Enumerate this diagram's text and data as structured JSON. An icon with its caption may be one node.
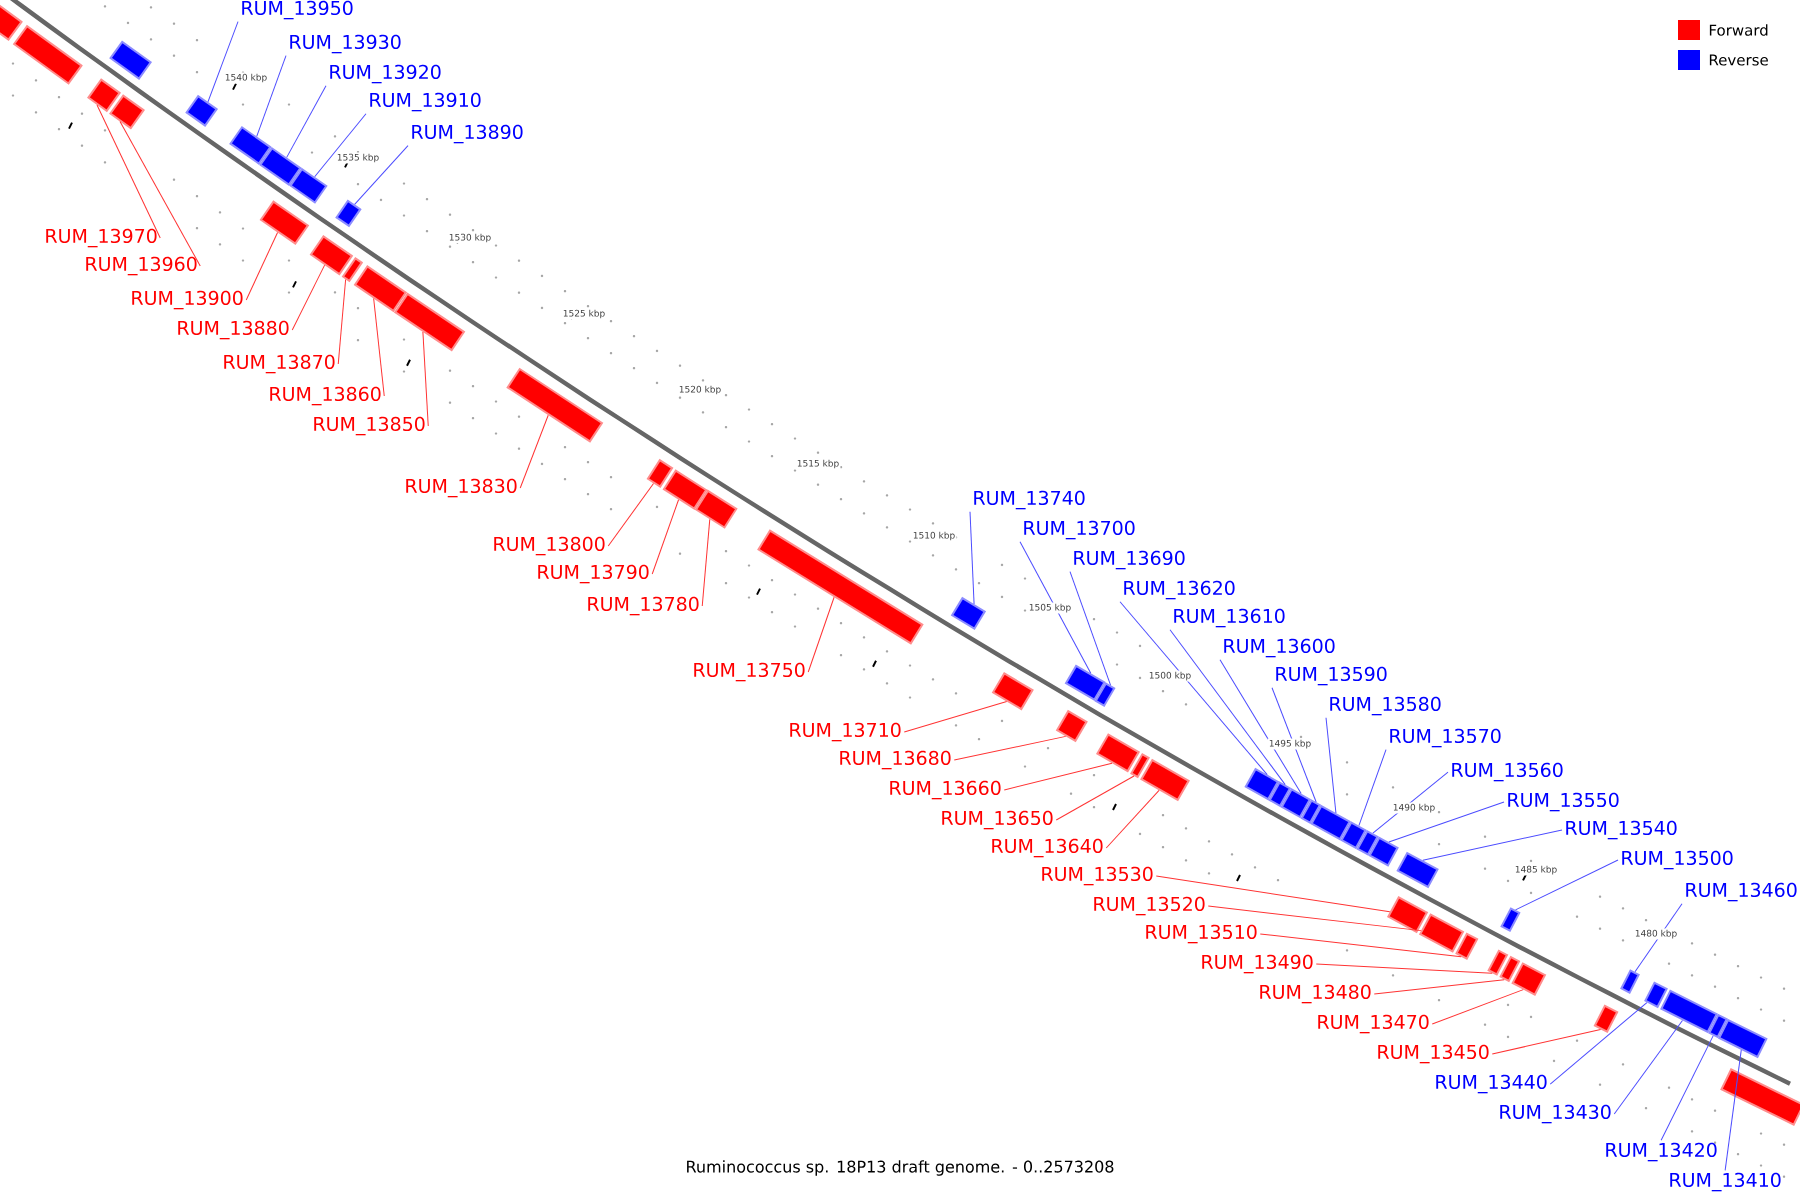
{
  "diagram": {
    "caption": "Ruminococcus sp. 18P13 draft genome. - 0..2573208",
    "nodes": [
      {
        "text": [
          "RUM_13950"
        ]
      },
      {
        "text": [
          "RUM_13930"
        ]
      },
      {
        "text": [
          "RUM_13920"
        ]
      },
      {
        "text": [
          "RUM_13910"
        ]
      },
      {
        "text": [
          "RUM_13890"
        ]
      },
      {
        "text": [
          "RUM_13970"
        ]
      },
      {
        "text": [
          "RUM_13960"
        ]
      },
      {
        "text": [
          "RUM_13900"
        ]
      },
      {
        "text": [
          "RUM_13880"
        ]
      },
      {
        "text": [
          "RUM_13870"
        ]
      },
      {
        "text": [
          "RUM_13860"
        ]
      },
      {
        "text": [
          "RUM_13850"
        ]
      },
      {
        "text": [
          "RUM_13830"
        ]
      },
      {
        "text": [
          "RUM_13740"
        ]
      },
      {
        "text": [
          "RUM_13700"
        ]
      },
      {
        "text": [
          "RUM_13800"
        ]
      },
      {
        "text": [
          "RUM_13690"
        ]
      },
      {
        "text": [
          "RUM_13790"
        ]
      },
      {
        "text": [
          "RUM_13620"
        ]
      },
      {
        "text": [
          "RUM_13780"
        ]
      },
      {
        "text": [
          "RUM_13610"
        ]
      },
      {
        "text": [
          "RUM_13600"
        ]
      },
      {
        "text": [
          "RUM_13750"
        ]
      },
      {
        "text": [
          "RUM_13590"
        ]
      },
      {
        "text": [
          "RUM_13580"
        ]
      },
      {
        "text": [
          "RUM_13710"
        ]
      },
      {
        "text": [
          "RUM_13570"
        ]
      },
      {
        "text": [
          "RUM_13680"
        ]
      },
      {
        "text": [
          "RUM_13560"
        ]
      },
      {
        "text": [
          "RUM_13660"
        ]
      },
      {
        "text": [
          "RUM_13550"
        ]
      },
      {
        "text": [
          "RUM_13650"
        ]
      },
      {
        "text": [
          "RUM_13540"
        ]
      },
      {
        "text": [
          "RUM_13640"
        ]
      },
      {
        "text": [
          "RUM_13500"
        ]
      },
      {
        "text": [
          "RUM_13530"
        ]
      },
      {
        "text": [
          "RUM_13460"
        ]
      },
      {
        "text": [
          "RUM_13520"
        ]
      },
      {
        "text": [
          "RUM_13510"
        ]
      },
      {
        "text": [
          "RUM_13490"
        ]
      },
      {
        "text": [
          "RUM_13480"
        ]
      },
      {
        "text": [
          "RUM_13470"
        ]
      },
      {
        "text": [
          "RUM_13450"
        ]
      },
      {
        "text": [
          "RUM_13440"
        ]
      },
      {
        "text": [
          "RUM_13430"
        ]
      },
      {
        "text": [
          "RUM_13420"
        ]
      },
      {
        "text": [
          "RUM_13410"
        ]
      },
      {
        "text": [],
        "shape": "box"
      },
      {
        "text": [],
        "shape": "box"
      },
      {
        "text": [],
        "shape": "box"
      },
      {
        "text": [],
        "shape": "box"
      },
      {
        "text": [],
        "shape": "box"
      },
      {
        "text": [],
        "shape": "box"
      },
      {
        "text": [],
        "shape": "box"
      },
      {
        "text": [],
        "shape": "box"
      },
      {
        "text": [],
        "shape": "box"
      },
      {
        "text": [],
        "shape": "box"
      },
      {
        "text": [],
        "shape": "box"
      },
      {
        "text": [],
        "shape": "box"
      },
      {
        "text": [],
        "shape": "box"
      },
      {
        "text": [],
        "shape": "box"
      },
      {
        "text": [],
        "shape": "box"
      },
      {
        "text": [],
        "shape": "box"
      },
      {
        "text": [],
        "shape": "box"
      },
      {
        "text": [],
        "shape": "box"
      },
      {
        "text": [],
        "shape": "box"
      },
      {
        "text": [],
        "shape": "box"
      },
      {
        "text": [],
        "shape": "box"
      },
      {
        "text": [],
        "shape": "box"
      },
      {
        "text": [],
        "shape": "box"
      },
      {
        "text": [],
        "shape": "box"
      },
      {
        "text": [],
        "shape": "box"
      },
      {
        "text": [],
        "shape": "box"
      },
      {
        "text": [],
        "shape": "box"
      },
      {
        "text": [],
        "shape": "box"
      },
      {
        "text": [],
        "shape": "box"
      },
      {
        "text": [],
        "shape": "box"
      },
      {
        "text": [],
        "shape": "box"
      },
      {
        "text": [],
        "shape": "box"
      },
      {
        "text": [],
        "shape": "box"
      },
      {
        "text": [],
        "shape": "box"
      },
      {
        "text": [],
        "shape": "box"
      },
      {
        "text": [],
        "shape": "box"
      },
      {
        "text": [],
        "shape": "box"
      },
      {
        "text": [],
        "shape": "box"
      },
      {
        "text": [],
        "shape": "box"
      },
      {
        "text": [],
        "shape": "box"
      },
      {
        "text": [],
        "shape": "box"
      },
      {
        "text": [],
        "shape": "box"
      },
      {
        "text": [],
        "shape": "box"
      },
      {
        "text": [],
        "shape": "box"
      },
      {
        "text": [],
        "shape": "box"
      },
      {
        "text": [],
        "shape": "box"
      },
      {
        "text": [],
        "shape": "box"
      },
      {
        "text": [],
        "shape": "box"
      },
      {
        "text": [],
        "shape": "box"
      },
      {
        "text": [],
        "shape": "box"
      },
      {
        "text": [],
        "shape": "box"
      }
    ],
    "edges": [
      {
        "from": 0,
        "to": 52,
        "arrow": "none",
        "color": "#4c4cff"
      },
      {
        "from": 1,
        "to": 53,
        "arrow": "none",
        "color": "#4c4cff"
      },
      {
        "from": 2,
        "to": 54,
        "arrow": "none",
        "color": "#4c4cff"
      },
      {
        "from": 3,
        "to": 56,
        "arrow": "none",
        "color": "#4c4cff"
      },
      {
        "from": 4,
        "to": 58,
        "arrow": "none",
        "color": "#4c4cff"
      },
      {
        "from": 5,
        "to": 50,
        "arrow": "none"
      },
      {
        "from": 6,
        "to": 51,
        "arrow": "none"
      },
      {
        "from": 7,
        "to": 55,
        "arrow": "none"
      },
      {
        "from": 8,
        "to": 57,
        "arrow": "none"
      },
      {
        "from": 9,
        "to": 59,
        "arrow": "none"
      },
      {
        "from": 10,
        "to": 60,
        "arrow": "none"
      },
      {
        "from": 11,
        "to": 61,
        "arrow": "none"
      },
      {
        "from": 12,
        "to": 62,
        "arrow": "none"
      },
      {
        "from": 13,
        "to": 67,
        "arrow": "none",
        "color": "#4c4cff"
      },
      {
        "from": 14,
        "to": 69,
        "arrow": "none",
        "color": "#4c4cff"
      },
      {
        "from": 15,
        "to": 63,
        "arrow": "none"
      },
      {
        "from": 16,
        "to": 71,
        "arrow": "none",
        "color": "#4c4cff"
      },
      {
        "from": 17,
        "to": 64,
        "arrow": "none"
      },
      {
        "from": 18,
        "to": 75,
        "arrow": "none",
        "color": "#4c4cff"
      },
      {
        "from": 19,
        "to": 65,
        "arrow": "none"
      },
      {
        "from": 20,
        "to": 76,
        "arrow": "none",
        "color": "#4c4cff"
      },
      {
        "from": 21,
        "to": 77,
        "arrow": "none",
        "color": "#4c4cff"
      },
      {
        "from": 22,
        "to": 66,
        "arrow": "none"
      },
      {
        "from": 23,
        "to": 78,
        "arrow": "none",
        "color": "#4c4cff"
      },
      {
        "from": 24,
        "to": 79,
        "arrow": "none",
        "color": "#4c4cff"
      },
      {
        "from": 25,
        "to": 68,
        "arrow": "none"
      },
      {
        "from": 26,
        "to": 80,
        "arrow": "none",
        "color": "#4c4cff"
      },
      {
        "from": 27,
        "to": 70,
        "arrow": "none"
      },
      {
        "from": 28,
        "to": 81,
        "arrow": "none",
        "color": "#4c4cff"
      },
      {
        "from": 29,
        "to": 72,
        "arrow": "none"
      },
      {
        "from": 30,
        "to": 82,
        "arrow": "none",
        "color": "#4c4cff"
      },
      {
        "from": 31,
        "to": 73,
        "arrow": "none"
      },
      {
        "from": 32,
        "to": 83,
        "arrow": "none",
        "color": "#4c4cff"
      },
      {
        "from": 33,
        "to": 74,
        "arrow": "none"
      },
      {
        "from": 34,
        "to": 87,
        "arrow": "none",
        "color": "#4c4cff"
      },
      {
        "from": 35,
        "to": 84,
        "arrow": "none"
      },
      {
        "from": 36,
        "to": 92,
        "arrow": "none",
        "color": "#4c4cff"
      },
      {
        "from": 37,
        "to": 85,
        "arrow": "none"
      },
      {
        "from": 38,
        "to": 86,
        "arrow": "none"
      },
      {
        "from": 39,
        "to": 88,
        "arrow": "none"
      },
      {
        "from": 40,
        "to": 89,
        "arrow": "none"
      },
      {
        "from": 41,
        "to": 90,
        "arrow": "none"
      },
      {
        "from": 42,
        "to": 91,
        "arrow": "none"
      },
      {
        "from": 43,
        "to": 93,
        "arrow": "none",
        "color": "#4c4cff"
      },
      {
        "from": 44,
        "to": 94,
        "arrow": "none",
        "color": "#4c4cff"
      },
      {
        "from": 45,
        "to": 95,
        "arrow": "none",
        "color": "#4c4cff"
      },
      {
        "from": 46,
        "to": 96,
        "arrow": "none",
        "color": "#4c4cff"
      }
    ],
    "labels": [
      "1540 kbp",
      "1535 kbp",
      "1530 kbp",
      "1525 kbp",
      "1520 kbp",
      "1515 kbp",
      "1510 kbp",
      "1505 kbp",
      "1500 kbp",
      "1495 kbp",
      "1490 kbp",
      "1485 kbp",
      "1480 kbp"
    ],
    "legend": [
      {
        "text": "Forward",
        "color": "#ff0000"
      },
      {
        "text": "Reverse",
        "color": "#0000ff"
      }
    ]
  }
}
